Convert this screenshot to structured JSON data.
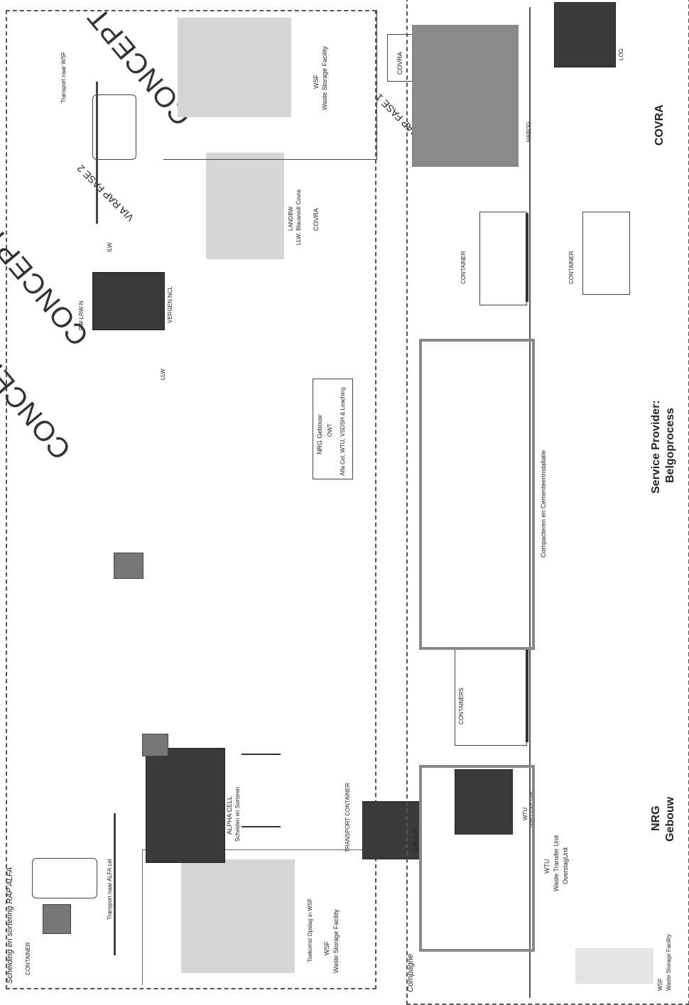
{
  "top_panel": {
    "title": "Scheiding en sortering RAP ALFA",
    "concept_labels": [
      "CONCEPT",
      "CONCEPT",
      "CONCEPT"
    ],
    "via_labels": [
      "VIA RAP FASE 1",
      "VIA RAP FASE 2"
    ],
    "labels": {
      "container_left": "CONTAINER",
      "transport_alfa": "Transport naar ALFA cel",
      "wsf_left_title": "WSF",
      "wsf_left_sub": "Waste Storage Facility",
      "toekomst": "Toekomst Opslag in WSF",
      "alpha_cell": "ALPHA CELL",
      "alpha_sub": "Scheiden en Sorteren",
      "transport_container": "TRANSPORT CONTAINER",
      "transport_container_sub": "LLW, ILW",
      "wtu_label": "WTU",
      "wtu_sub": "WTU VAF UIT",
      "rw_label": "RW-LRW-N",
      "vergen": "VERGEN NCL",
      "llw": "LLW",
      "ilw": "ILW",
      "landbw": "LANDBW",
      "landbw_sub": "LLW: Blauwvolt Covra",
      "covra": "COVRA",
      "transport_wsf": "Transport naar WSF",
      "wsf_right_title": "WSF",
      "wsf_right_sub": "Waste Storage Facility",
      "covra_box": "COVRA",
      "nrg_gebouw": "NRG Gebouw",
      "owt": "OWT",
      "owt_sub": "Alfa Cel, WTU, VSDSH & Leaching"
    }
  },
  "bottom_panel": {
    "title": "Compagne",
    "labels": {
      "wsf": "WSF",
      "wsf_sub": "Waste Storage Facility",
      "wtu_title": "WTU",
      "wtu_sub1": "Waste Transfer Unit",
      "wtu_sub2": "OverslagUnit",
      "containers_left": "CONTAINERS",
      "compacteren": "Compacteren en Cementeerinstallatie",
      "container_mid": "CONTAINER",
      "container_right": "CONTAINER",
      "habog": "HABOG",
      "lod": "LOG",
      "nrg_line1": "NRG",
      "nrg_line2": "Gebouw",
      "service_line1": "Service Provider:",
      "service_line2": "Belgoprocess",
      "covra_big": "COVRA"
    }
  }
}
